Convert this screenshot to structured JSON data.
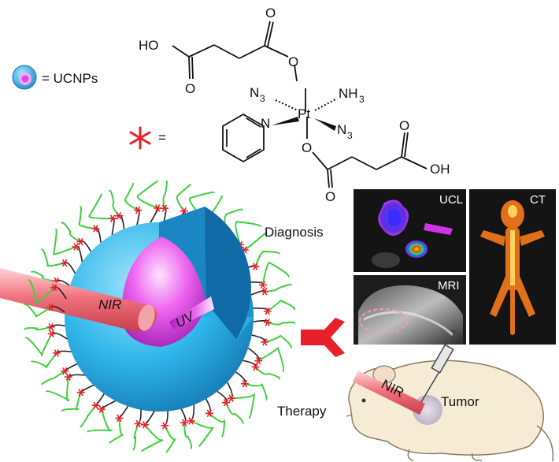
{
  "legend": {
    "ucnp_label": "= UCNPs",
    "drug_label": "="
  },
  "molecule": {
    "ho_top": "HO",
    "o_top_ketone": "O",
    "o_top_acid": "O",
    "o_top_axial": "O",
    "n3_left": "N",
    "n3_left_sub": "3",
    "pt": "Pt",
    "nh3": "NH",
    "nh3_sub": "3",
    "n_pyridine": "N",
    "n3_right": "N",
    "n3_right_sub": "3",
    "o_bottom_axial": "O",
    "o_bottom_ketone": "O",
    "o_bottom_acid": "O",
    "oh_bottom": "OH"
  },
  "particle": {
    "nir_label": "NIR",
    "uv_label": "UV"
  },
  "diagnosis": {
    "label": "Diagnosis",
    "ucl_label": "UCL",
    "ct_label": "CT",
    "mri_label": "MRI"
  },
  "therapy": {
    "label": "Therapy",
    "nir_label": "NIR",
    "tumor_label": "Tumor"
  },
  "colors": {
    "shell_blue": "#29b9ec",
    "core_magenta": "#e43ae6",
    "beam_pink": "#f0727d",
    "linker_red": "#e8202a",
    "strand_green": "#3fcf3f",
    "bracket_red": "#e8202a",
    "mouse_fill": "#f6ecd6"
  }
}
